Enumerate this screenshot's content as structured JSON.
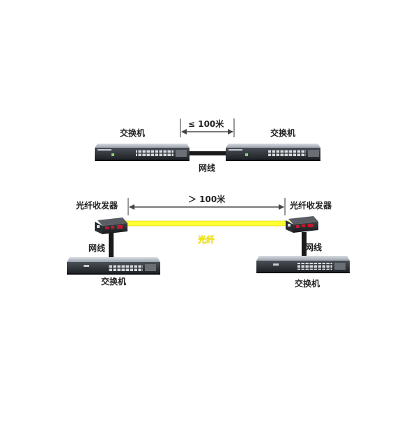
{
  "top": {
    "left_device_label": "交换机",
    "right_device_label": "交换机",
    "distance_label": "≤ 100米",
    "cable_label": "网线"
  },
  "bottom": {
    "left_converter_label": "光纤收发器",
    "right_converter_label": "光纤收发器",
    "distance_label": "＞ 100米",
    "fiber_label": "光纤",
    "left_cable_label": "网线",
    "right_cable_label": "网线",
    "left_switch_label": "交换机",
    "right_switch_label": "交换机"
  },
  "colors": {
    "switch_body": "#8e96a0",
    "switch_front": "#2b2f34",
    "fiber": "#ffff33",
    "converter_red": "#c0192c",
    "cable": "#1a1a1a"
  }
}
